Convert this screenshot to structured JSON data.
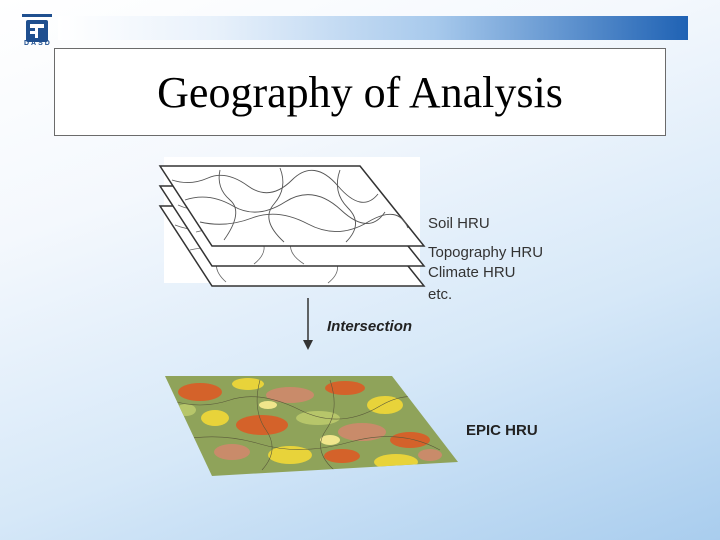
{
  "slide": {
    "title": "Geography of Analysis",
    "logo_text": "DASD"
  },
  "diagram": {
    "layers": [
      "Soil HRU",
      "Topography HRU",
      "Climate HRU",
      "etc."
    ],
    "operation_label": "Intersection",
    "result_label": "EPIC HRU"
  },
  "colors": {
    "accent_blue": "#1f62b4",
    "map_olive": "#8fa35a",
    "map_orange": "#d4622a",
    "map_yellow": "#e8d33a",
    "map_salmon": "#c98b6a"
  }
}
